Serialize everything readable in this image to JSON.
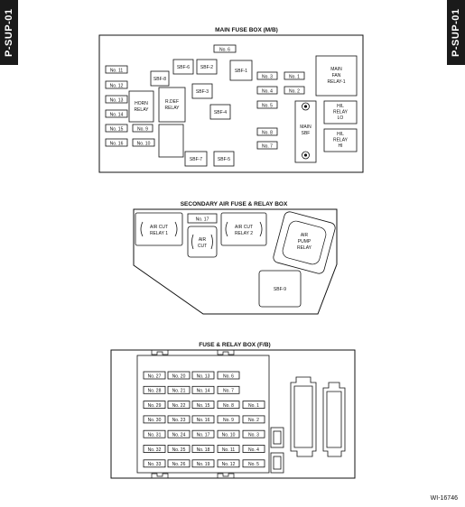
{
  "side_tab": "P-SUP-01",
  "reference_code": "WI-16746",
  "main_box": {
    "title": "MAIN FUSE BOX (M/B)",
    "fuses": {
      "n6": "No. 6",
      "n11": "No. 11",
      "n12": "No. 12",
      "n13": "No. 13",
      "n14": "No. 14",
      "n15": "No. 15",
      "n16": "No. 16",
      "n9": "No. 9",
      "n10": "No. 10",
      "n3": "No. 3",
      "n1": "No. 1",
      "n4": "No. 4",
      "n2": "No. 2",
      "n5": "No. 5",
      "n8": "No. 8",
      "n7": "No. 7",
      "sbf8": "SBF-8",
      "sbf6": "SBF-6",
      "sbf2": "SBF-2",
      "sbf1": "SBF-1",
      "sbf3": "SBF-3",
      "sbf4": "SBF-4",
      "sbf7": "SBF-7",
      "sbf5": "SBF-5"
    },
    "relays": {
      "horn": [
        "HORN",
        "RELAY"
      ],
      "rdef": [
        "R.DEF",
        "RELAY"
      ],
      "fan": [
        "MAIN",
        "FAN",
        "RELAY-1"
      ],
      "main_sbf": [
        "MAIN",
        "SBF"
      ],
      "hl_lo": [
        "H/L",
        "RELAY",
        "LO"
      ],
      "hl_hi": [
        "H/L",
        "RELAY",
        "HI"
      ]
    }
  },
  "secondary_box": {
    "title": "SECONDARY AIR FUSE & RELAY BOX",
    "air_cut_relay_1": [
      "AIR CUT",
      "RELAY 1"
    ],
    "no17": "No. 17",
    "air_cut": [
      "AIR",
      "CUT"
    ],
    "air_cut_relay_2": [
      "AIR CUT",
      "RELAY 2"
    ],
    "air_pump_relay": [
      "AIR",
      "PUMP",
      "RELAY"
    ],
    "sbf9": "SBF-9"
  },
  "fuse_relay_box": {
    "title": "FUSE & RELAY BOX (F/B)",
    "rows": [
      [
        "No. 27",
        "No. 20",
        "No. 13",
        "No. 6",
        ""
      ],
      [
        "No. 28",
        "No. 21",
        "No. 14",
        "No. 7",
        ""
      ],
      [
        "No. 29",
        "No. 22",
        "No. 15",
        "No. 8",
        "No. 1"
      ],
      [
        "No. 30",
        "No. 23",
        "No. 16",
        "No. 9",
        "No. 2"
      ],
      [
        "No. 31",
        "No. 24",
        "No. 17",
        "No. 10",
        "No. 3"
      ],
      [
        "No. 32",
        "No. 25",
        "No. 18",
        "No. 11",
        "No. 4"
      ],
      [
        "No. 33",
        "No. 26",
        "No. 19",
        "No. 12",
        "No. 5"
      ]
    ]
  }
}
